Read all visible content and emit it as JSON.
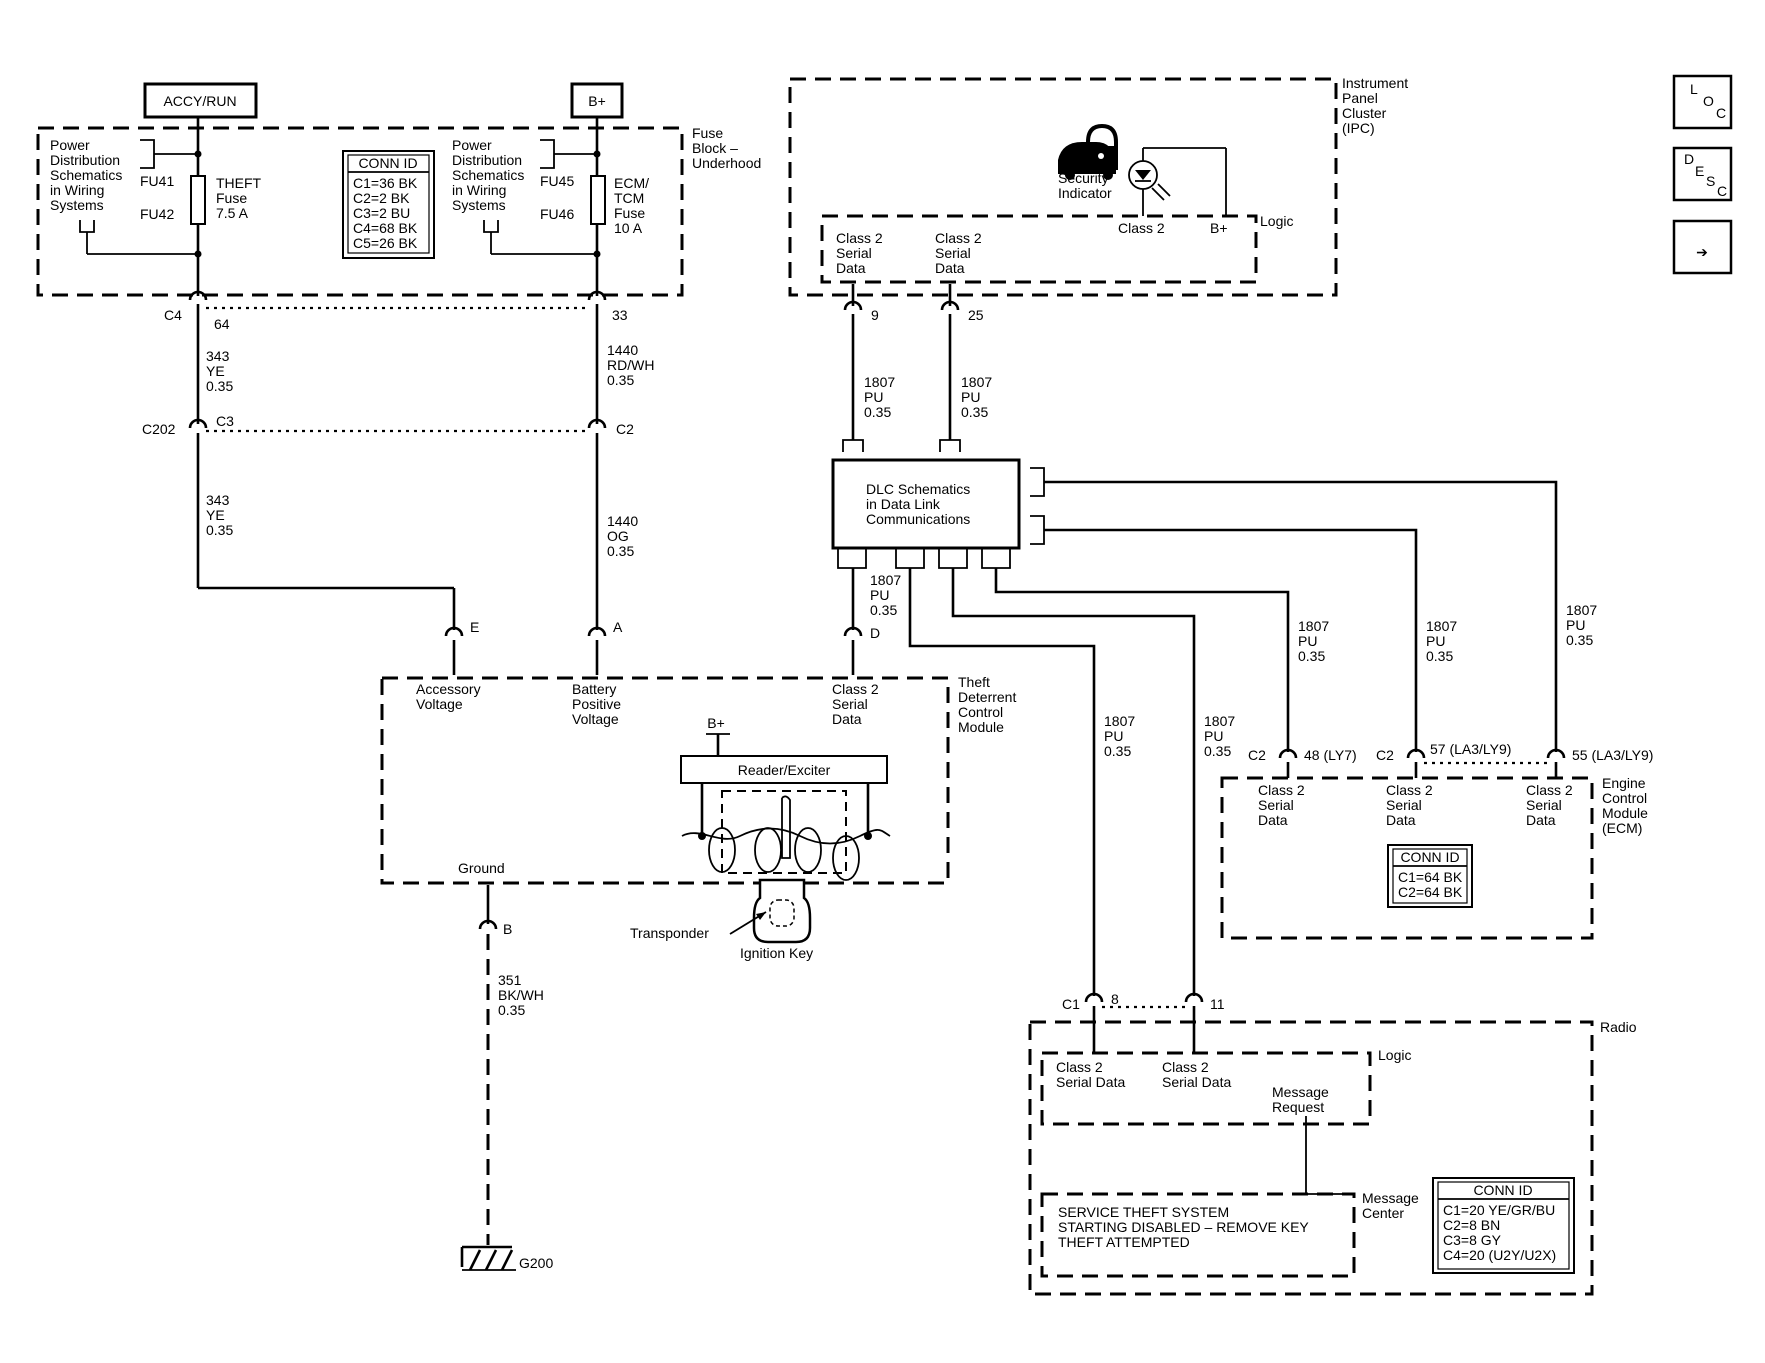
{
  "labels": {
    "accy_run": "ACCY/RUN",
    "bplus": "B+",
    "pd1": [
      "Power",
      "Distribution",
      "Schematics",
      "in Wiring",
      "Systems"
    ],
    "pd2": [
      "Power",
      "Distribution",
      "Schematics",
      "in Wiring",
      "Systems"
    ],
    "fu41": "FU41",
    "fu42": "FU42",
    "fu45": "FU45",
    "fu46": "FU46",
    "theft_fuse": [
      "THEFT",
      "Fuse",
      "7.5 A"
    ],
    "ecm_fuse": [
      "ECM/",
      "TCM",
      "Fuse",
      "10 A"
    ],
    "conn_fuse_title": "CONN ID",
    "conn_fuse": [
      "C1=36 BK",
      "C2=2 BK",
      "C3=2 BU",
      "C4=68 BK",
      "C5=26 BK"
    ],
    "fuse_block": [
      "Fuse",
      "Block –",
      "Underhood"
    ],
    "c4": "C4",
    "pin64": "64",
    "pin33": "33",
    "w343a": [
      "343",
      "YE",
      "0.35"
    ],
    "w1440a": [
      "1440",
      "RD/WH",
      "0.35"
    ],
    "c202": "C202",
    "c3": "C3",
    "c2a": "C2",
    "w343b": [
      "343",
      "YE",
      "0.35"
    ],
    "w1440b": [
      "1440",
      "OG",
      "0.35"
    ],
    "pinE": "E",
    "pinA": "A",
    "pinD": "D",
    "tdcm_acc": [
      "Accessory",
      "Voltage"
    ],
    "tdcm_bat": [
      "Battery",
      "Positive",
      "Voltage"
    ],
    "tdcm_cls": [
      "Class 2",
      "Serial",
      "Data"
    ],
    "tdcm_title": [
      "Theft",
      "Deterrent",
      "Control",
      "Module"
    ],
    "tdcm_bplus": "B+",
    "reader": "Reader/Exciter",
    "ground": "Ground",
    "pinB": "B",
    "transponder": "Transponder",
    "ign_key": "Ignition Key",
    "w351": [
      "351",
      "BK/WH",
      "0.35"
    ],
    "g200": "G200",
    "ipc_title": [
      "Instrument",
      "Panel",
      "Cluster",
      "(IPC)"
    ],
    "sec_ind": [
      "Security",
      "Indicator"
    ],
    "ipc_class2": "Class 2",
    "ipc_bplus": "B+",
    "ipc_logic": "Logic",
    "ipc_ser1": [
      "Class 2",
      "Serial",
      "Data"
    ],
    "ipc_ser2": [
      "Class 2",
      "Serial",
      "Data"
    ],
    "pin9": "9",
    "pin25": "25",
    "w1807_9": [
      "1807",
      "PU",
      "0.35"
    ],
    "w1807_25": [
      "1807",
      "PU",
      "0.35"
    ],
    "dlc": [
      "DLC Schematics",
      "in Data Link",
      "Communications"
    ],
    "w1807_d": [
      "1807",
      "PU",
      "0.35"
    ],
    "w1807_r1": [
      "1807",
      "PU",
      "0.35"
    ],
    "w1807_r2": [
      "1807",
      "PU",
      "0.35"
    ],
    "w1807_e1": [
      "1807",
      "PU",
      "0.35"
    ],
    "w1807_e2": [
      "1807",
      "PU",
      "0.35"
    ],
    "w1807_e3": [
      "1807",
      "PU",
      "0.35"
    ],
    "ecm_c2a": "C2",
    "ecm_p48": "48 (LY7)",
    "ecm_c2b": "C2",
    "ecm_p57": "57 (LA3/LY9)",
    "ecm_p55": "55 (LA3/LY9)",
    "ecm_s1": [
      "Class 2",
      "Serial",
      "Data"
    ],
    "ecm_s2": [
      "Class 2",
      "Serial",
      "Data"
    ],
    "ecm_s3": [
      "Class 2",
      "Serial",
      "Data"
    ],
    "ecm_title": [
      "Engine",
      "Control",
      "Module",
      "(ECM)"
    ],
    "ecm_conn_title": "CONN ID",
    "ecm_conn": [
      "C1=64 BK",
      "C2=64 BK"
    ],
    "radio_c1": "C1",
    "radio_p8": "8",
    "radio_p11": "11",
    "radio_title": "Radio",
    "radio_logic": "Logic",
    "radio_s1": [
      "Class 2",
      "Serial Data"
    ],
    "radio_s2": [
      "Class 2",
      "Serial Data"
    ],
    "msg_req": [
      "Message",
      "Request"
    ],
    "msg_center": [
      "Message",
      "Center"
    ],
    "msg_text": [
      "SERVICE THEFT SYSTEM",
      "STARTING DISABLED – REMOVE KEY",
      "THEFT ATTEMPTED"
    ],
    "radio_conn_title": "CONN ID",
    "radio_conn": [
      "C1=20 YE/GR/BU",
      "C2=8 BN",
      "C3=8 GY",
      "C4=20 (U2Y/U2X)"
    ]
  },
  "nav": {
    "loc": [
      "L",
      "O",
      "C"
    ],
    "desc": [
      "D",
      "E",
      "S",
      "C"
    ],
    "next": "➔"
  }
}
